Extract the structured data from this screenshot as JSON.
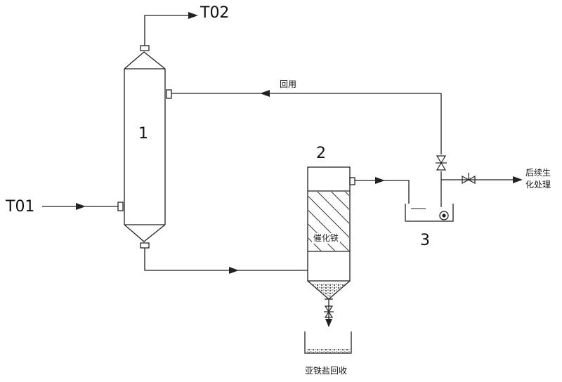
{
  "streams": {
    "feed_in": "T01",
    "top_out": "T02",
    "recycle": "回用",
    "to_biotreatment": "后续生\n化处理",
    "ferrous_recovery": "亚铁盐回收"
  },
  "units": {
    "unit1_number": "1",
    "unit2_number": "2",
    "unit3_number": "3",
    "catalytic_bed": "催化铁"
  }
}
